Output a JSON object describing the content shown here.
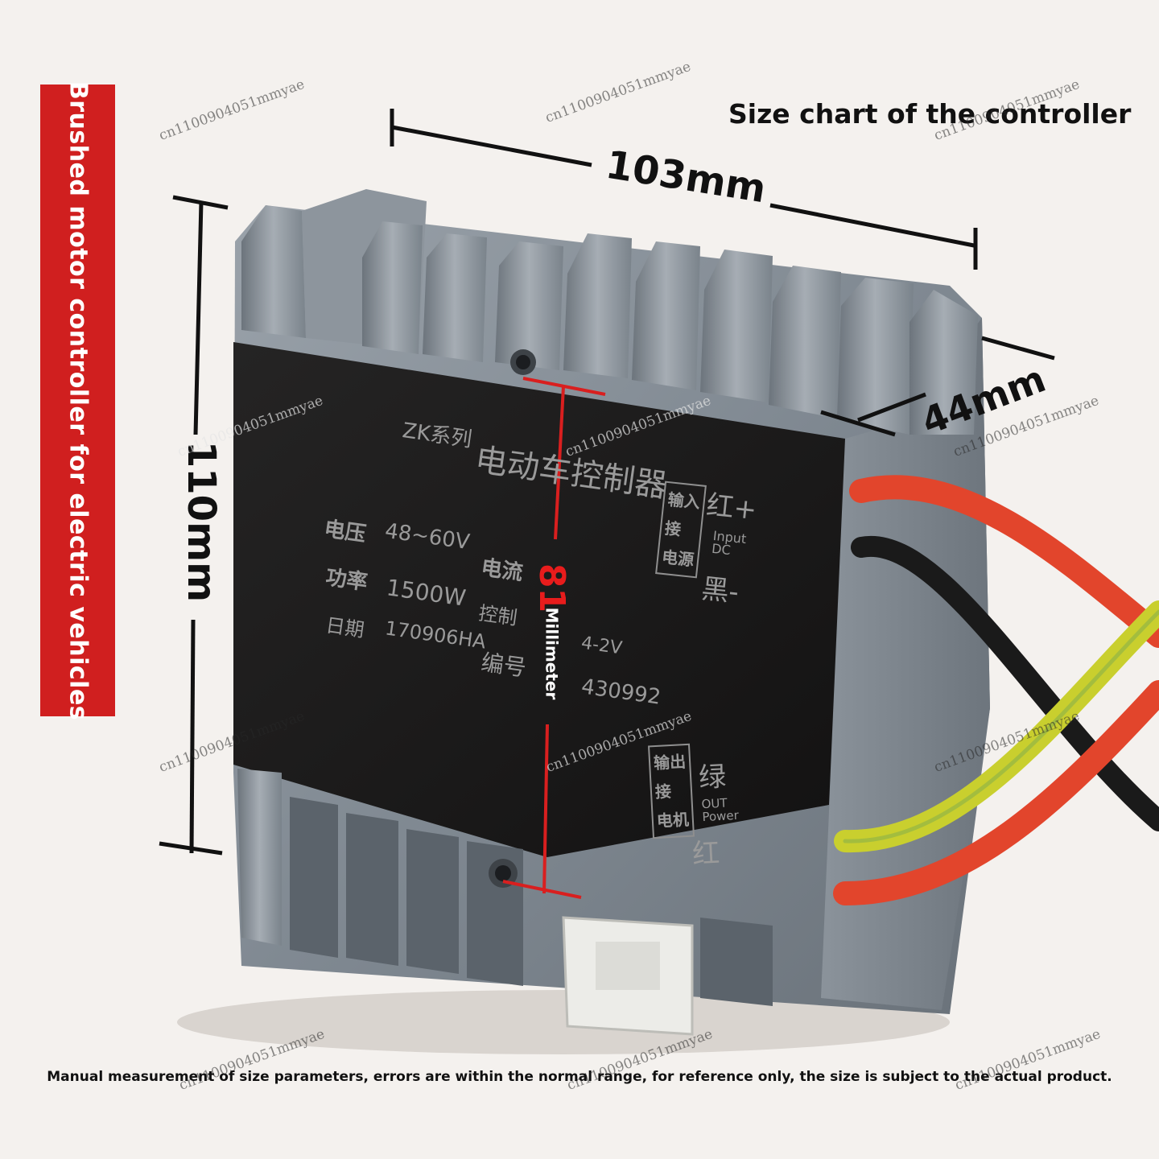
{
  "banner": {
    "text": "Brushed motor controller for electric vehicles"
  },
  "title": "Size chart of the controller",
  "dimensions": {
    "width": "103mm",
    "height": "110mm",
    "depth": "44mm",
    "inner": "81",
    "inner_unit": "Millimeter"
  },
  "device_label": {
    "series": "ZK系列",
    "name": "电动车控制器",
    "voltage_label": "电压",
    "voltage_value": "48~60V",
    "current_label": "电流",
    "power_label": "功率",
    "power_value": "1500W",
    "control_label": "控制",
    "control_value": "4-2V",
    "date_label": "日期",
    "date_value": "170906HA",
    "serial_label": "编号",
    "serial_value": "430992",
    "input_box": "输入\n接\n电源",
    "input_red": "红+",
    "input_text": "Input\nDC",
    "input_black": "黑-",
    "output_box": "输出\n接\n电机",
    "output_green": "绿",
    "output_text": "OUT\nPower",
    "output_red": "红"
  },
  "watermark": "cn1100904051mmyae",
  "footer": "Manual measurement of size parameters, errors are within the normal range, for reference only, the size is subject to the actual product.",
  "colors": {
    "banner": "#d01f1f",
    "casing": "#7e8790",
    "label_panel": "#1c1b1b",
    "wire_red": "#e2452c",
    "wire_yellow": "#c9cf2e",
    "wire_black": "#1a1a1a",
    "measure_red": "#d91f1f"
  }
}
